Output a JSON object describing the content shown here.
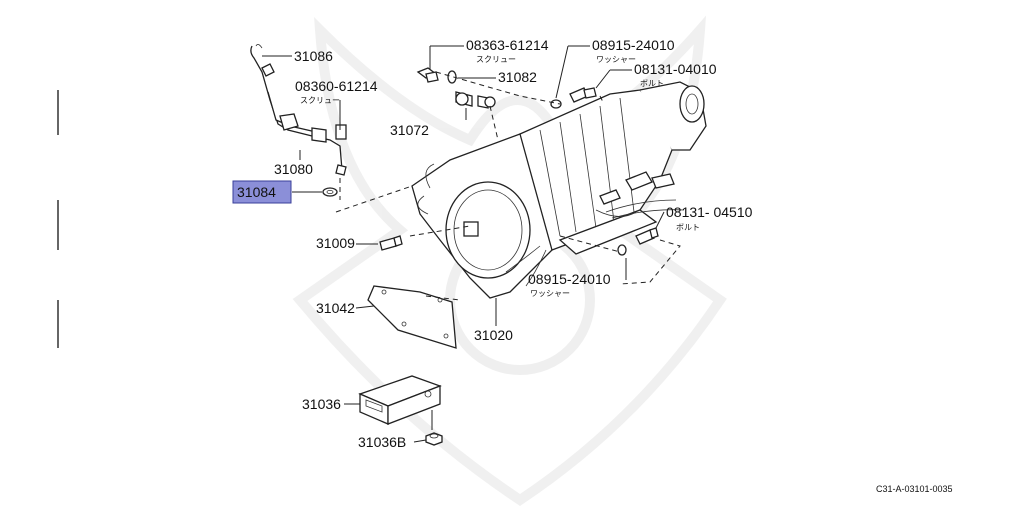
{
  "highlight_color": "#8b8fd8",
  "watermark": "samurai-crest-watermark",
  "callouts": {
    "p31086": "31086",
    "p08360": "08360-61214",
    "p08360_jp": "スクリュー",
    "p31080": "31080",
    "p31084": "31084",
    "p08363": "08363-61214",
    "p08363_jp": "スクリュー",
    "p31082": "31082",
    "p31072": "31072",
    "p08915a": "08915-24010",
    "p08915a_jp": "ワッシャー",
    "p08131a": "08131-04010",
    "p08131a_jp": "ボルト",
    "p08131b": "08131- 04510",
    "p08131b_jp": "ボルト",
    "p08915b": "08915-24010",
    "p08915b_jp": "ワッシャー",
    "p31009": "31009",
    "p31042": "31042",
    "p31020": "31020",
    "p31036": "31036",
    "p31036B": "31036B"
  },
  "diagram_code": "C31-A-03101-0035"
}
